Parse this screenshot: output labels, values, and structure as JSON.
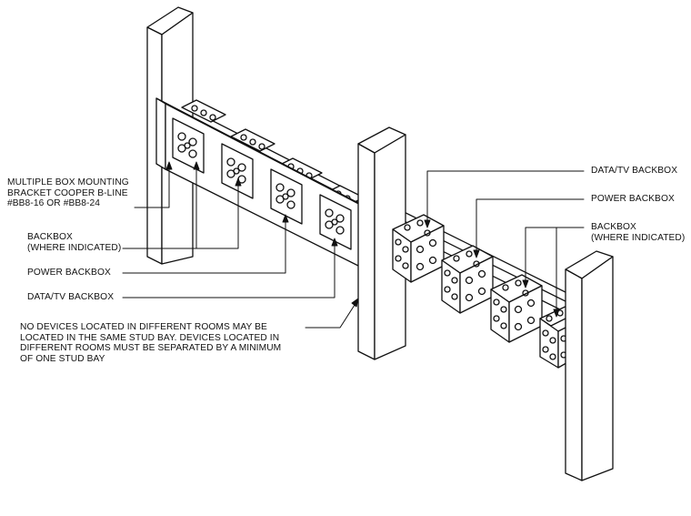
{
  "left_labels": {
    "bracket": [
      "MULTIPLE BOX MOUNTING",
      "BRACKET COOPER B-LINE",
      "#BB8-16 OR #BB8-24"
    ],
    "backbox": [
      "BACKBOX",
      "(WHERE INDICATED)"
    ],
    "power": "POWER BACKBOX",
    "datatv": "DATA/TV BACKBOX",
    "note": [
      "NO DEVICES LOCATED IN DIFFERENT ROOMS MAY BE",
      "LOCATED IN THE SAME STUD BAY. DEVICES LOCATED IN",
      "DIFFERENT ROOMS MUST BE SEPARATED BY A MINIMUM",
      "OF ONE STUD BAY"
    ]
  },
  "right_labels": {
    "datatv": "DATA/TV BACKBOX",
    "power": "POWER BACKBOX",
    "backbox": [
      "BACKBOX",
      "(WHERE INDICATED)"
    ]
  },
  "colors": {
    "ink": "#111111",
    "fill": "#ffffff"
  }
}
